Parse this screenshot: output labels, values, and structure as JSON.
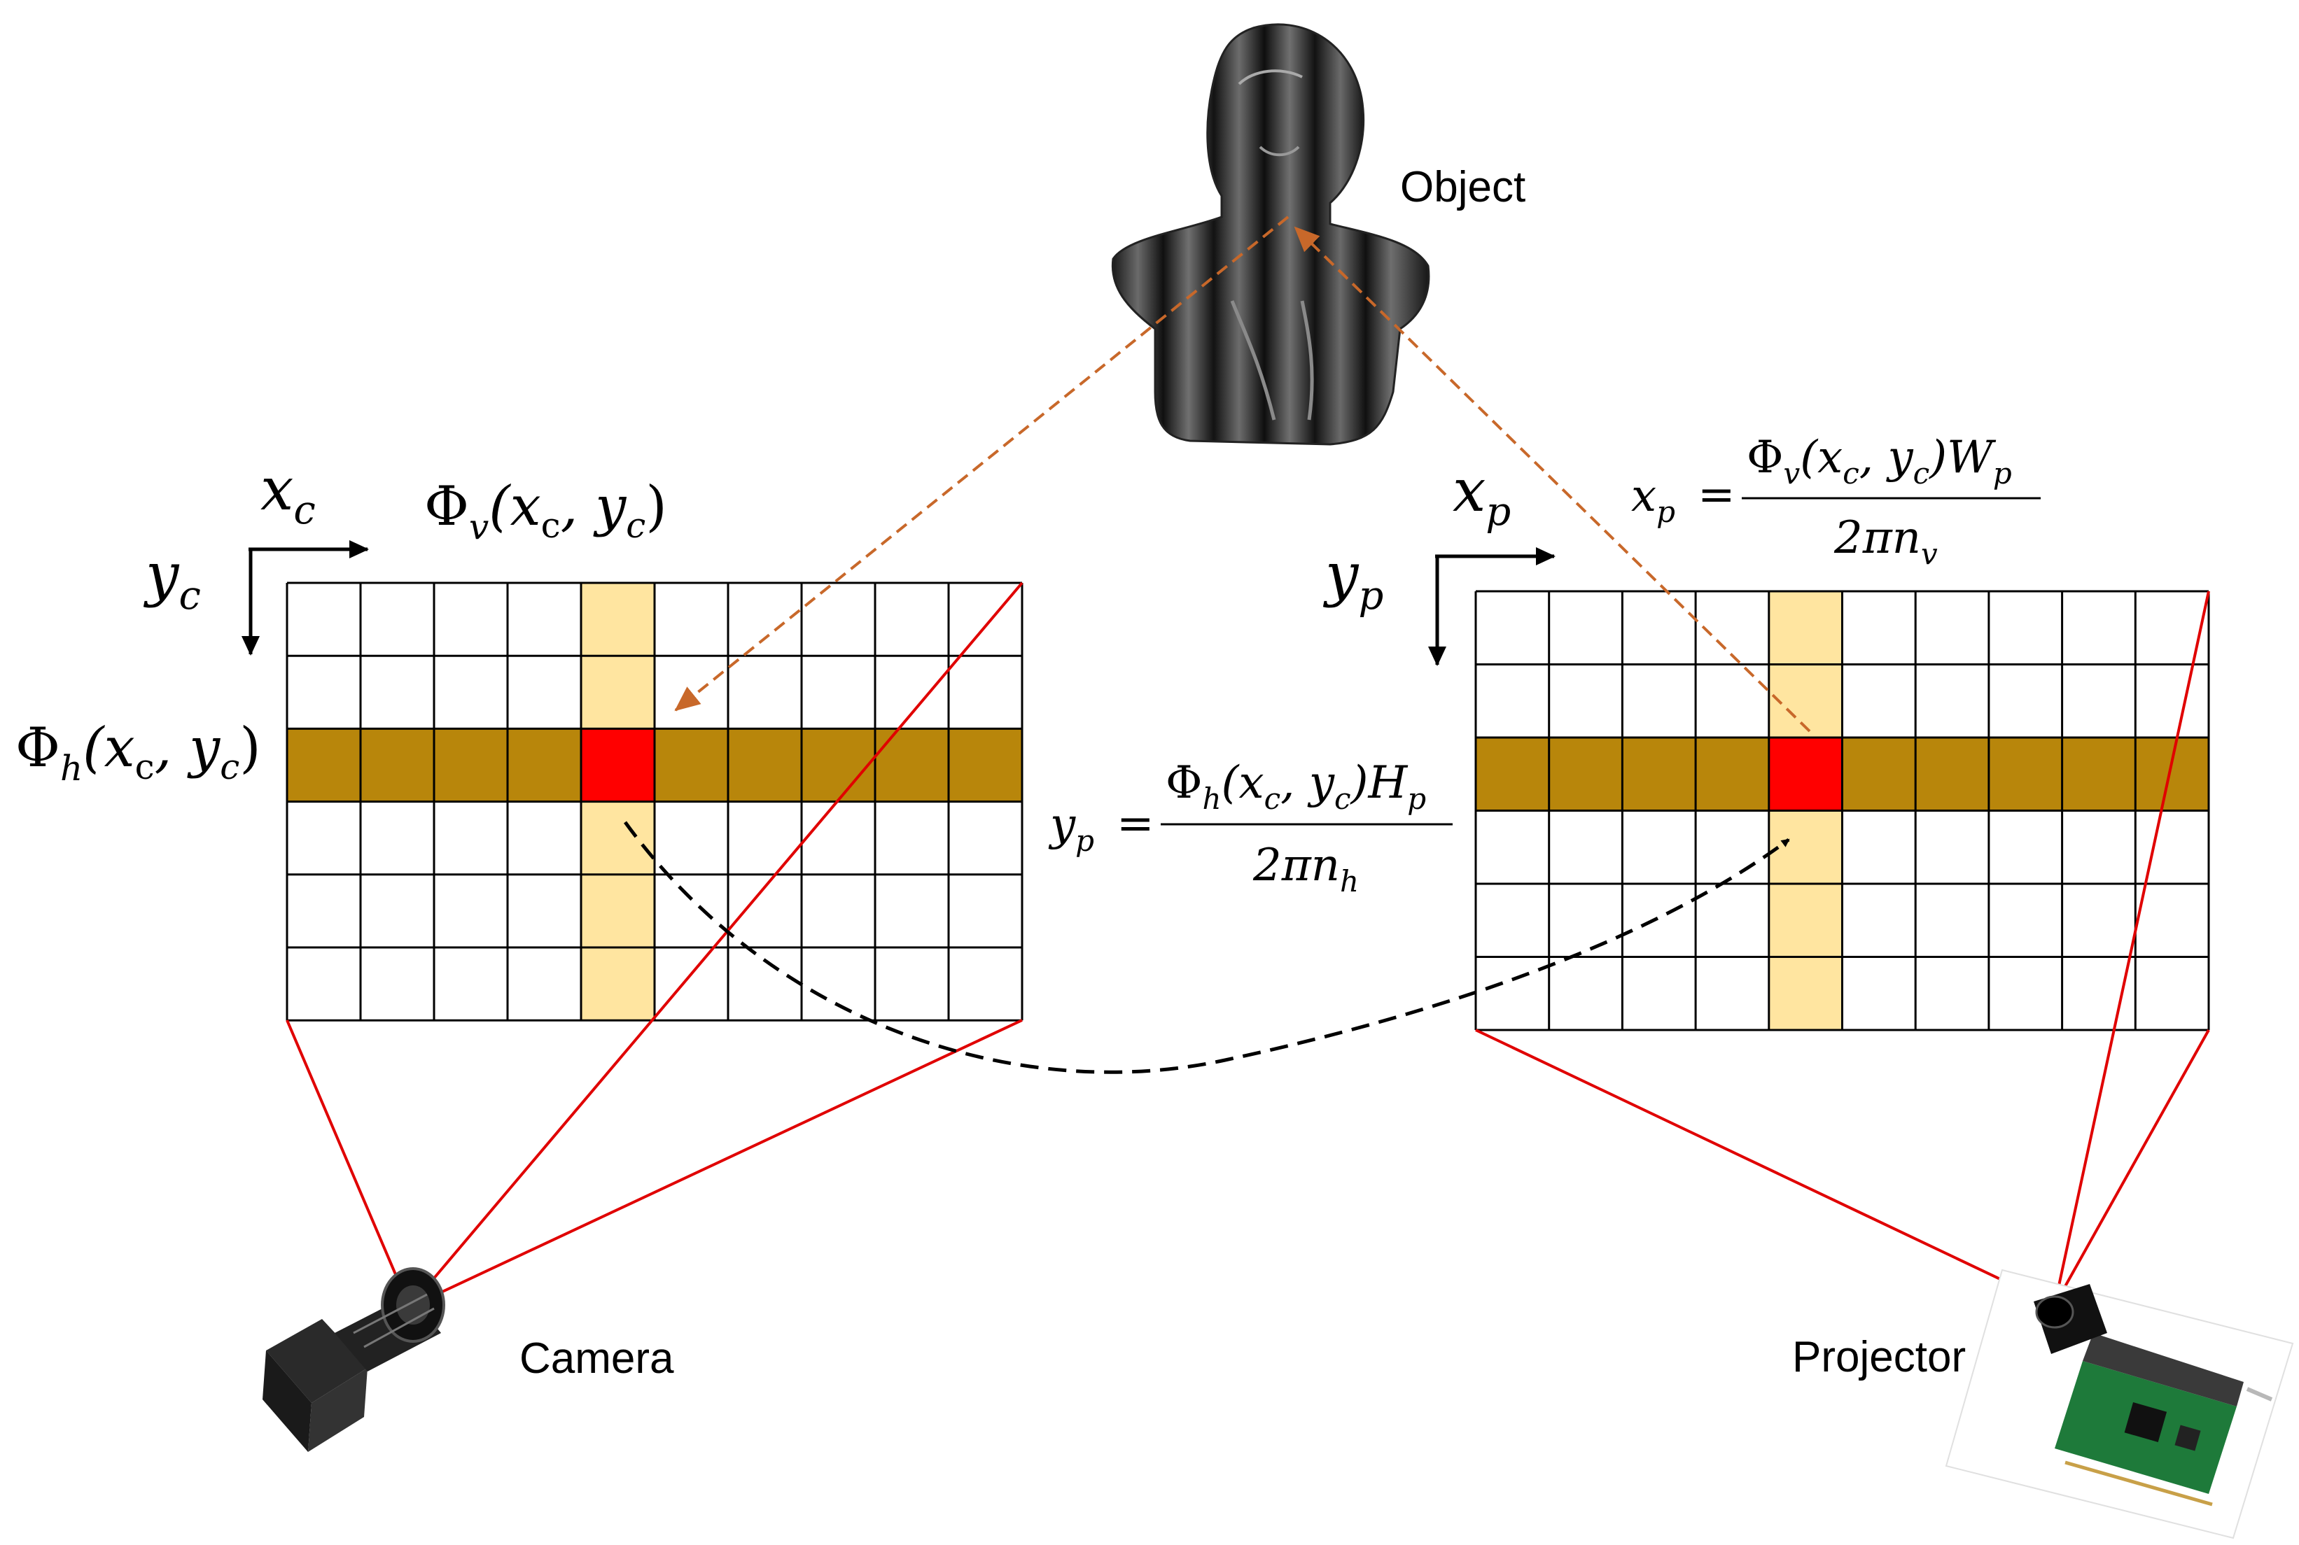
{
  "labels": {
    "object": "Object",
    "camera": "Camera",
    "projector": "Projector"
  },
  "camera_axes": {
    "x": "x",
    "x_sub": "c",
    "y": "y",
    "y_sub": "c"
  },
  "projector_axes": {
    "x": "x",
    "x_sub": "p",
    "y": "y",
    "y_sub": "p"
  },
  "phase_labels": {
    "phi": "Φ",
    "v_sub": "v",
    "h_sub": "h",
    "args_open": "(x",
    "args_c": "c",
    "args_mid": ", y",
    "args_close": ")"
  },
  "formula_xp": {
    "lhs": "x",
    "lhs_sub": "p",
    "eq": "=",
    "numerator": "Φ",
    "num_sub": "v",
    "num_args": "(x",
    "num_args_sub1": "c",
    "num_args_mid": ", y",
    "num_args_sub2": "c",
    "num_args_close": ")W",
    "num_tail_sub": "p",
    "denominator": "2πn",
    "den_sub": "v"
  },
  "formula_yp": {
    "lhs": "y",
    "lhs_sub": "p",
    "eq": "=",
    "numerator": "Φ",
    "num_sub": "h",
    "num_args": "(x",
    "num_args_sub1": "c",
    "num_args_mid": ", y",
    "num_args_sub2": "c",
    "num_args_close": ")H",
    "num_tail_sub": "p",
    "denominator": "2πn",
    "den_sub": "h"
  },
  "colors": {
    "highlight_row": "#B8860B",
    "highlight_col": "#FFE5A0",
    "match_cell": "#FF0000",
    "ray": "#E00000",
    "projection_arrow": "#C8682A",
    "grid": "#000000"
  },
  "grids": {
    "camera": {
      "cols": 10,
      "rows": 6,
      "highlight_row": 2,
      "highlight_col": 4
    },
    "projector": {
      "cols": 10,
      "rows": 6,
      "highlight_row": 2,
      "highlight_col": 4
    }
  },
  "icons": [
    "bust-object-icon",
    "camera-icon",
    "projector-board-icon"
  ]
}
